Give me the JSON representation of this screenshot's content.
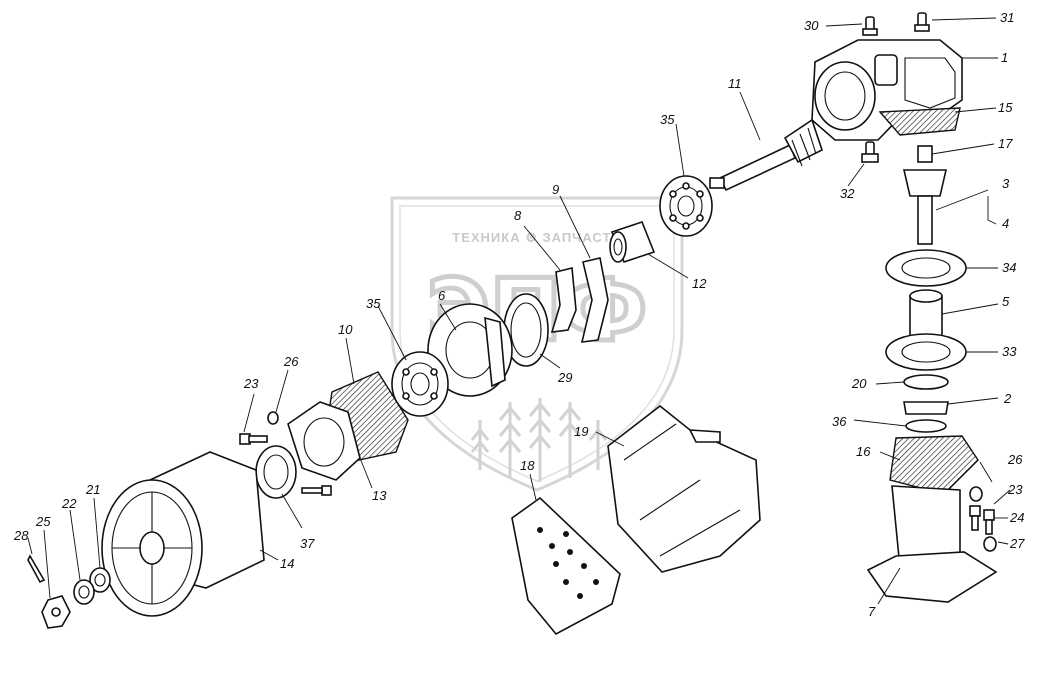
{
  "watermark": {
    "company_text": "ТЕХНИКА ⚙ ЗАПЧАСТИ",
    "logo_letters": "ЭПФ"
  },
  "callouts": [
    {
      "id": "1",
      "label": "1"
    },
    {
      "id": "2",
      "label": "2"
    },
    {
      "id": "3",
      "label": "3"
    },
    {
      "id": "4",
      "label": "4"
    },
    {
      "id": "5",
      "label": "5"
    },
    {
      "id": "6",
      "label": "6"
    },
    {
      "id": "7",
      "label": "7"
    },
    {
      "id": "8",
      "label": "8"
    },
    {
      "id": "9",
      "label": "9"
    },
    {
      "id": "10",
      "label": "10"
    },
    {
      "id": "11",
      "label": "11"
    },
    {
      "id": "12",
      "label": "12"
    },
    {
      "id": "13",
      "label": "13"
    },
    {
      "id": "14",
      "label": "14"
    },
    {
      "id": "15",
      "label": "15"
    },
    {
      "id": "16",
      "label": "16"
    },
    {
      "id": "17",
      "label": "17"
    },
    {
      "id": "18",
      "label": "18"
    },
    {
      "id": "19",
      "label": "19"
    },
    {
      "id": "20",
      "label": "20"
    },
    {
      "id": "21",
      "label": "21"
    },
    {
      "id": "22",
      "label": "22"
    },
    {
      "id": "23a",
      "label": "23"
    },
    {
      "id": "23b",
      "label": "23"
    },
    {
      "id": "24",
      "label": "24"
    },
    {
      "id": "25",
      "label": "25"
    },
    {
      "id": "26a",
      "label": "26"
    },
    {
      "id": "26b",
      "label": "26"
    },
    {
      "id": "27",
      "label": "27"
    },
    {
      "id": "28",
      "label": "28"
    },
    {
      "id": "29",
      "label": "29"
    },
    {
      "id": "30",
      "label": "30"
    },
    {
      "id": "31",
      "label": "31"
    },
    {
      "id": "32",
      "label": "32"
    },
    {
      "id": "33",
      "label": "33"
    },
    {
      "id": "34",
      "label": "34"
    },
    {
      "id": "35a",
      "label": "35"
    },
    {
      "id": "35b",
      "label": "35"
    },
    {
      "id": "36",
      "label": "36"
    },
    {
      "id": "37",
      "label": "37"
    }
  ]
}
